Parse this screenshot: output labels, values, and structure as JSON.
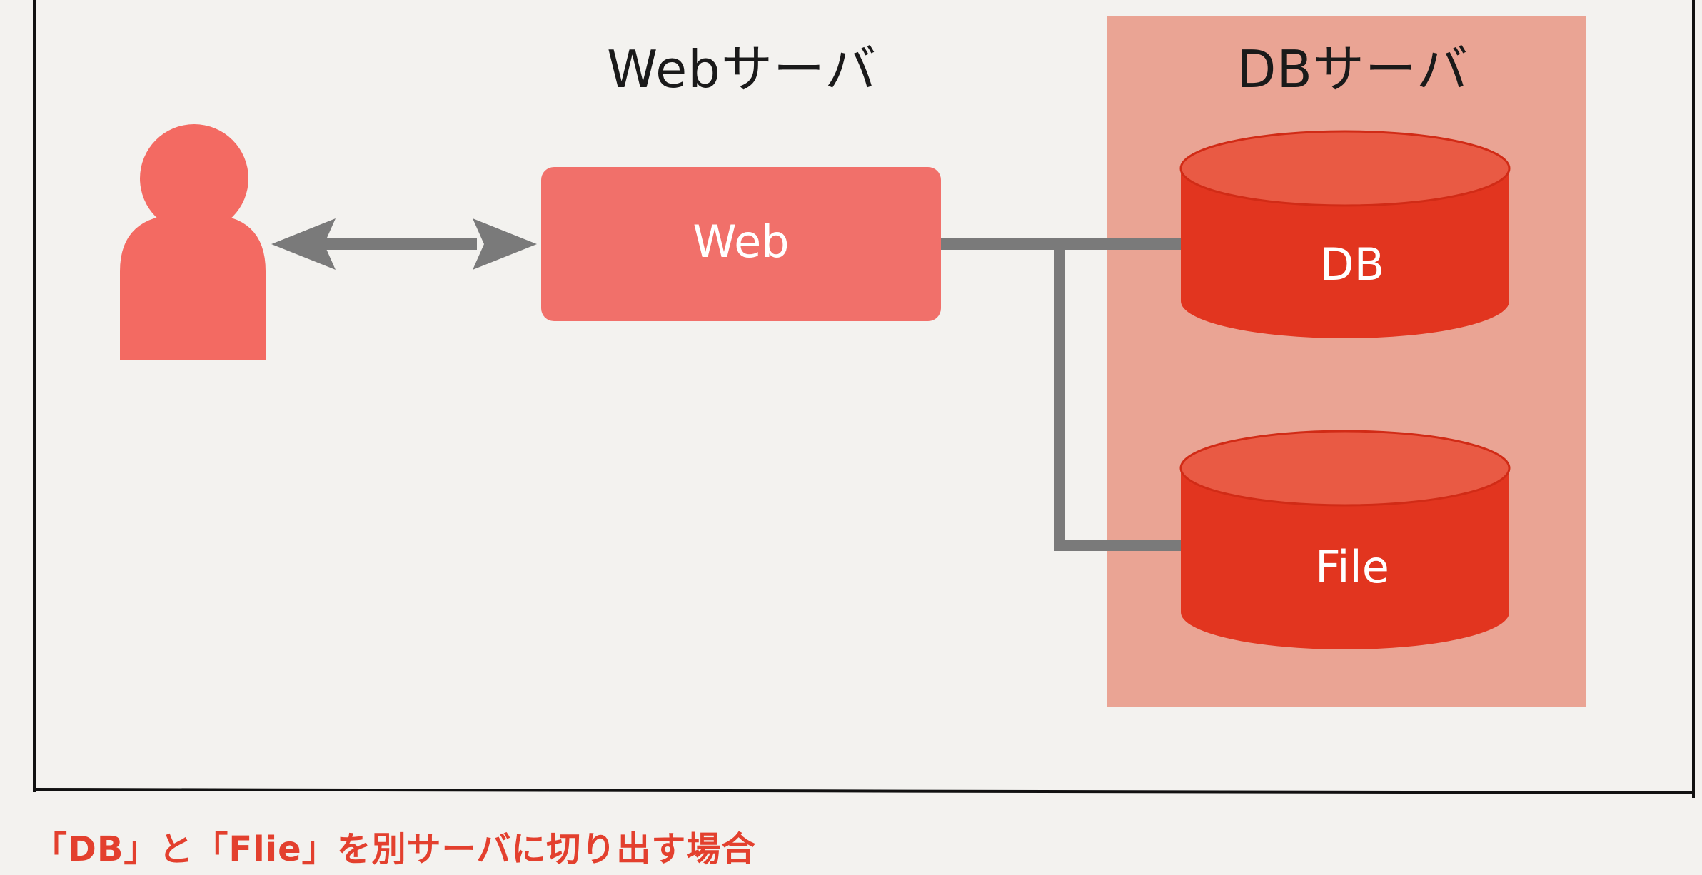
{
  "diagram": {
    "web_server_label": "Webサーバ",
    "db_server_label": "DBサーバ",
    "web_box_label": "Web",
    "db_cylinder_label": "DB",
    "file_cylinder_label": "File"
  },
  "caption": "「DB」と「Flie」を別サーバに切り出す場合",
  "colors": {
    "user": "#f36a62",
    "web_box": "#f1706a",
    "db_panel": "#eaa494",
    "cylinder": "#e2351f",
    "connector": "#7a7a7a",
    "caption": "#e3402e"
  }
}
